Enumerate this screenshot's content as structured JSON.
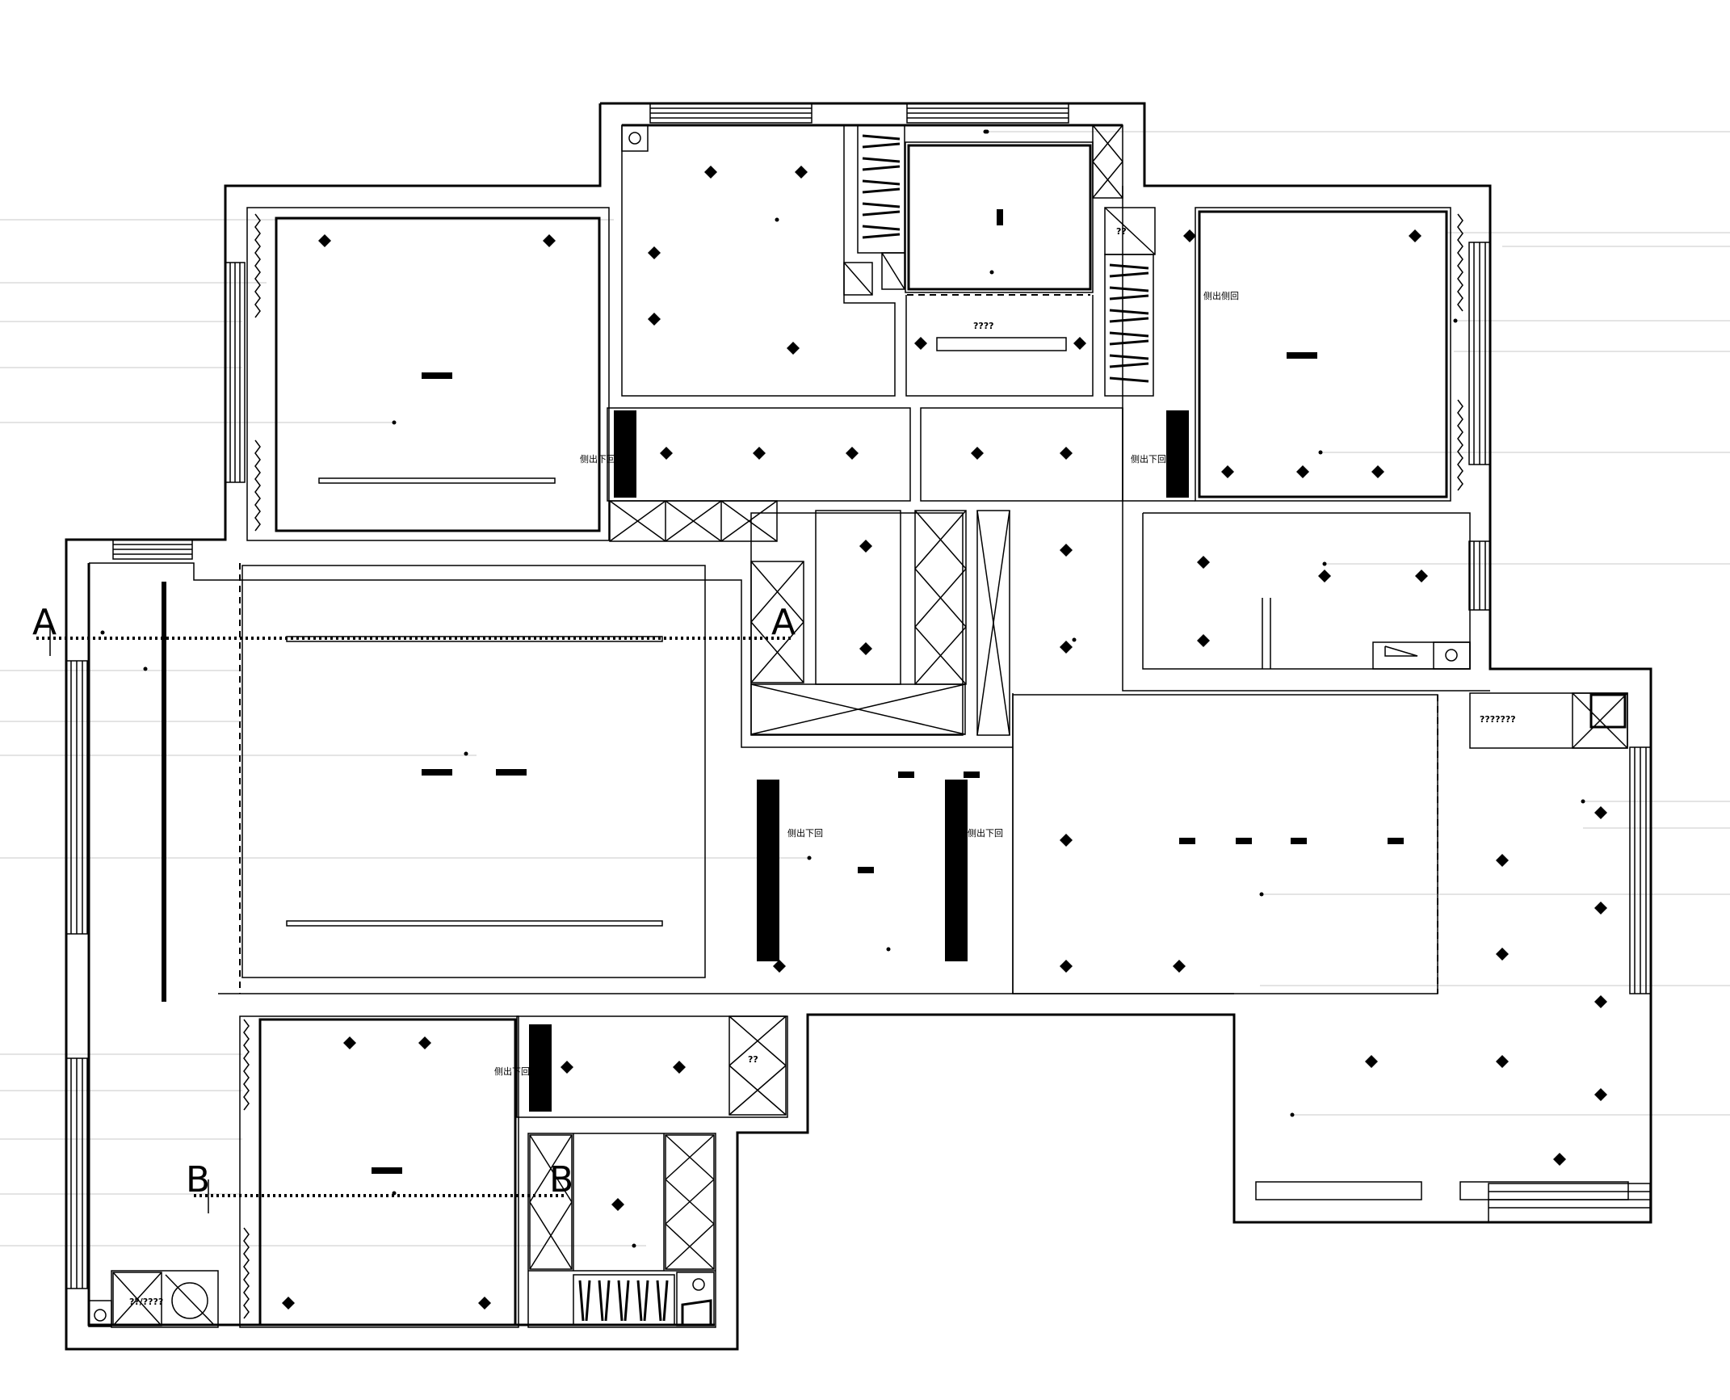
{
  "labels": {
    "side_out_bottom_return": "侧出下回",
    "side_out_side_return": "侧出侧回",
    "q2": "??",
    "q4": "????",
    "q7": "???????",
    "q_mix": "??/????",
    "section_a": "A",
    "section_b": "B"
  },
  "colors": {
    "line": "#000000",
    "guide": "#c8c8c8",
    "background": "#ffffff"
  }
}
